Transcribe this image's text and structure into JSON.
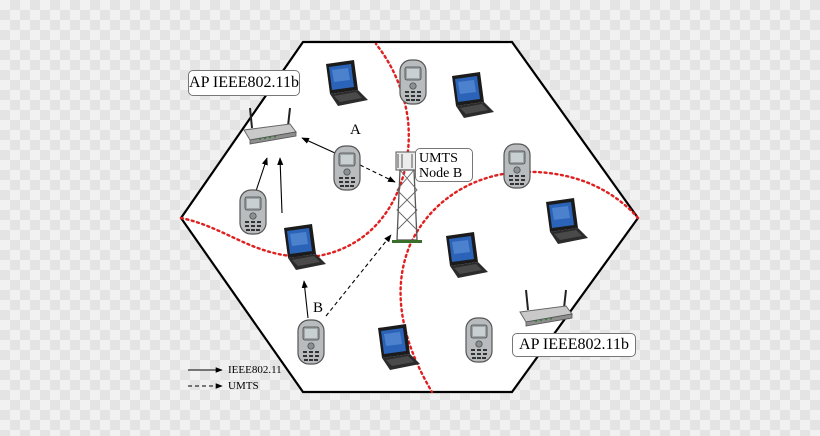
{
  "access_point_top": {
    "label": "AP IEEE802.11b"
  },
  "access_point_bottom": {
    "label": "AP IEEE802.11b"
  },
  "base_station": {
    "label_line1": "UMTS",
    "label_line2": "Node B"
  },
  "paths": {
    "a_label": "A",
    "b_label": "B"
  },
  "legend": {
    "ieee": "IEEE802.11",
    "umts": "UMTS"
  },
  "colors": {
    "hexagon": "#000000",
    "coverage": "#e02020",
    "laptop_screen": "#2a63b8",
    "phone_body": "#b9bcbe",
    "tower": "#555555"
  }
}
